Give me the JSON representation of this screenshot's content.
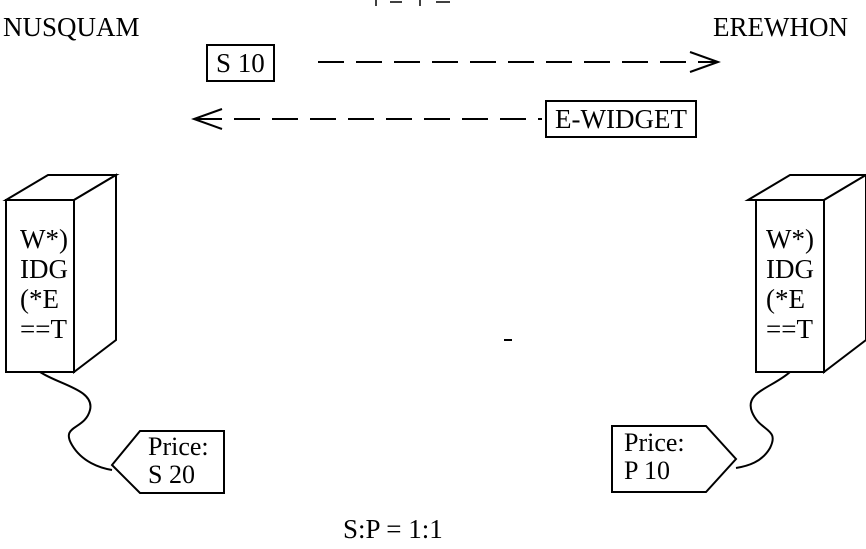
{
  "countries": {
    "left": "NUSQUAM",
    "right": "EREWHON"
  },
  "flows": {
    "payment_box": "S 10",
    "goods_box": "E-WIDGET"
  },
  "left_machine": {
    "lines": [
      "W*)",
      "IDG",
      "(*E",
      "==T"
    ],
    "tag": {
      "label": "Price:",
      "value": "S 20"
    }
  },
  "right_machine": {
    "lines": [
      "W*)",
      "IDG",
      "(*E",
      "==T"
    ],
    "tag": {
      "label": "Price:",
      "value": "P 10"
    }
  },
  "exchange_rate": "S:P = 1:1"
}
